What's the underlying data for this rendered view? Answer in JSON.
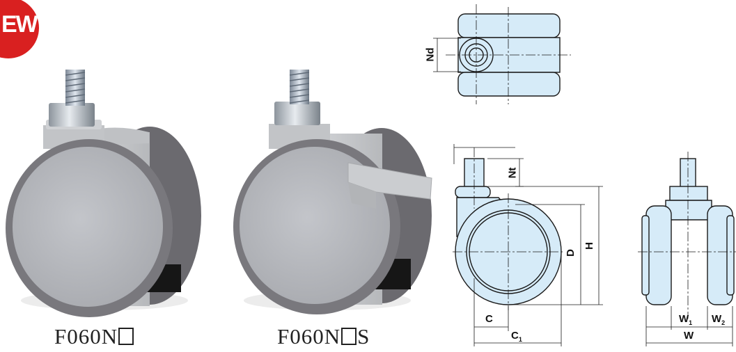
{
  "badge": {
    "text": "EW",
    "color": "#d92020"
  },
  "products": [
    {
      "code_prefix": "F060N",
      "code_suffix": ""
    },
    {
      "code_prefix": "F060N",
      "code_suffix": "S"
    }
  ],
  "dimension_labels": {
    "nd": "Nd",
    "nt": "Nt",
    "d": "D",
    "h": "H",
    "c": "C",
    "c1": "C",
    "c1_sub": "1",
    "w1": "W",
    "w1_sub": "1",
    "w2": "W",
    "w2_sub": "2",
    "w": "W"
  },
  "colors": {
    "drawing_fill": "#d6ebf8",
    "drawing_line": "#1a1a1a",
    "wheel_tread": "#77767b",
    "wheel_face": "#b9bbc0",
    "housing": "#c9cbce"
  }
}
